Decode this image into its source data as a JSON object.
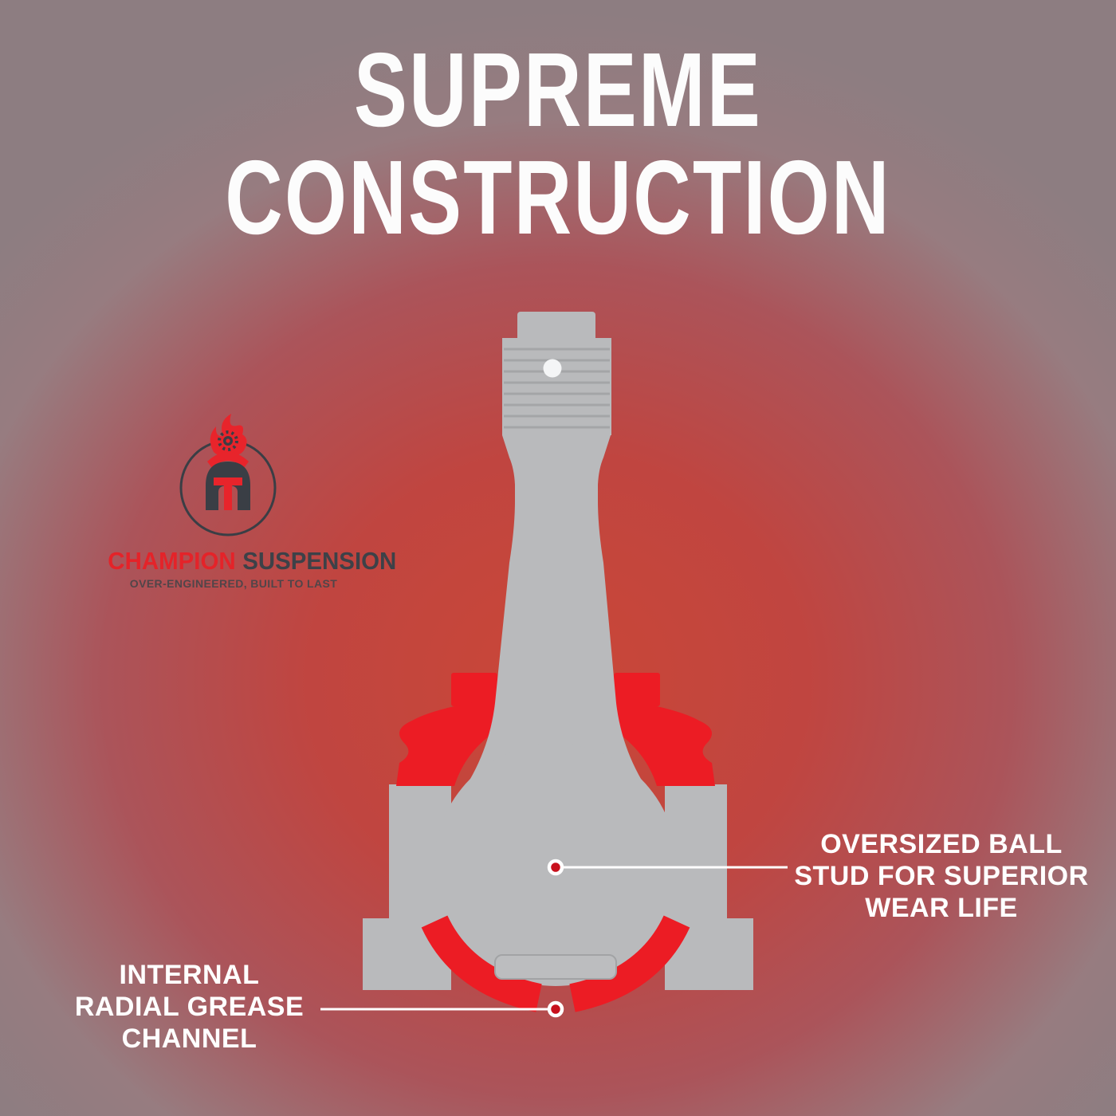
{
  "title": {
    "line1": "SUPREME",
    "line2": "CONSTRUCTION"
  },
  "brand": {
    "name_primary": "CHAMPION",
    "name_secondary": "SUSPENSION",
    "tagline": "OVER-ENGINEERED, BUILT TO LAST"
  },
  "callouts": {
    "ball_stud": {
      "lines": [
        "OVERSIZED BALL",
        "STUD FOR SUPERIOR",
        "WEAR LIFE"
      ]
    },
    "grease_channel": {
      "lines": [
        "INTERNAL",
        "RADIAL GREASE",
        "CHANNEL"
      ]
    }
  },
  "colors": {
    "accent_red": "#ec1c24",
    "metal_gray": "#b9babc",
    "background_center": "#ca4737",
    "background_edge": "#8d7d81",
    "title_white": "#fcfcfc",
    "brand_dark": "#3d4148"
  }
}
